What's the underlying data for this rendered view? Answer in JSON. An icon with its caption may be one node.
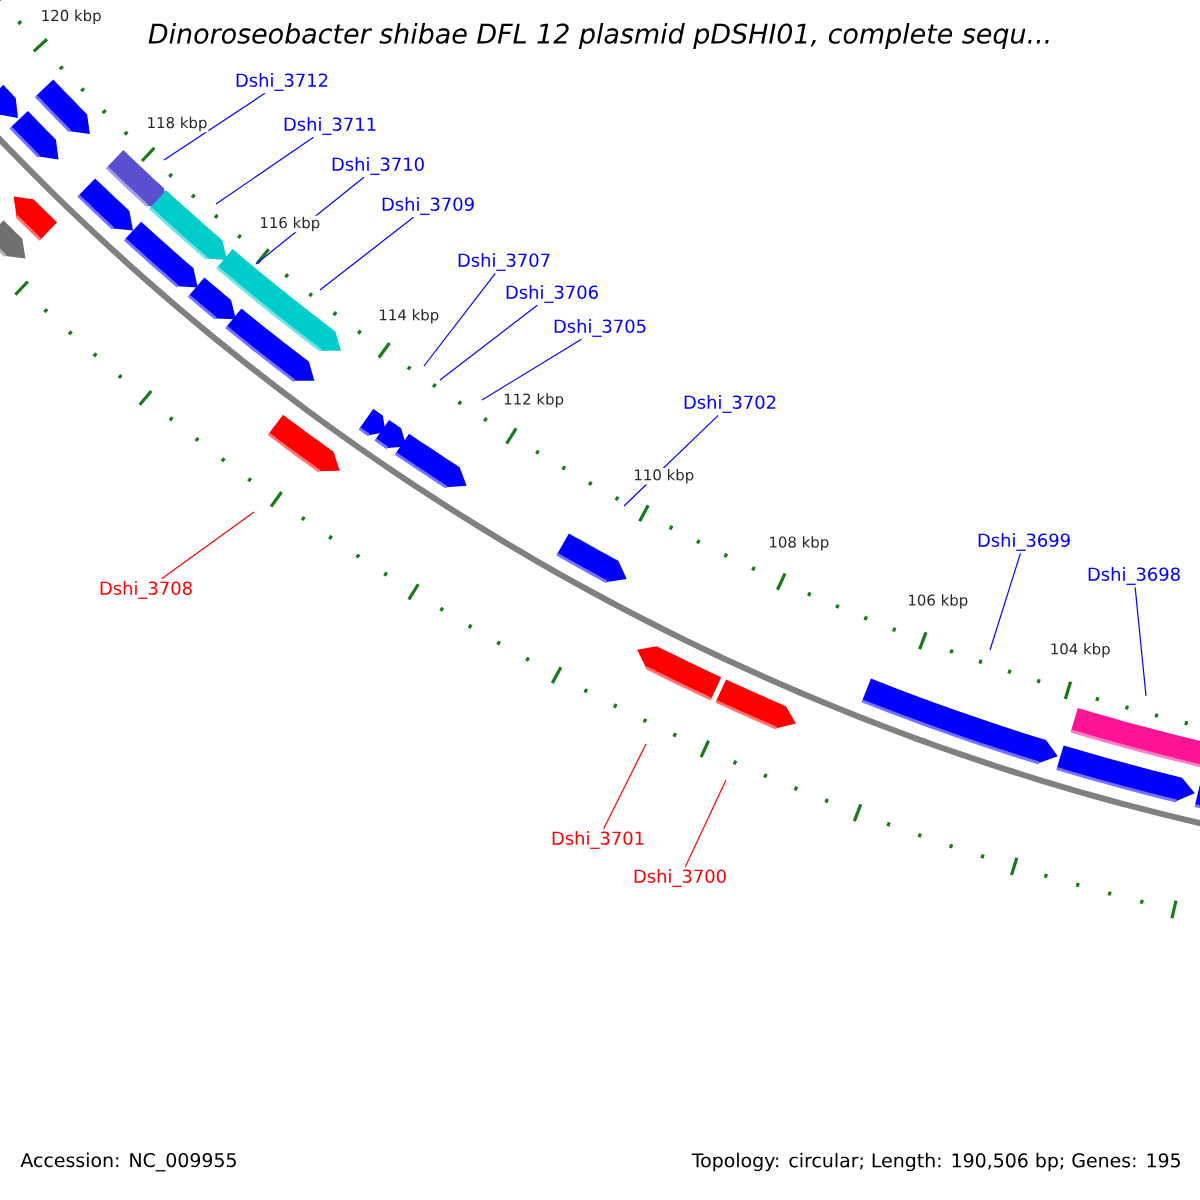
{
  "diagram": {
    "title": "Dinoroseobacter shibae DFL 12 plasmid pDSHI01, complete sequ...",
    "nodes": [
      {
        "text": [
          "Dshi_3712"
        ]
      },
      {
        "text": [
          "Dshi_3711"
        ]
      },
      {
        "text": [
          "Dshi_3710"
        ]
      },
      {
        "text": [
          "Dshi_3709"
        ]
      },
      {
        "text": [
          "Dshi_3707"
        ]
      },
      {
        "text": [
          "Dshi_3706"
        ]
      },
      {
        "text": [
          "Dshi_3705"
        ]
      },
      {
        "text": [
          "Dshi_3702"
        ]
      },
      {
        "text": [
          "Dshi_3699"
        ]
      },
      {
        "text": [
          "Dshi_3698"
        ]
      },
      {
        "text": [
          "Dshi_3708"
        ]
      },
      {
        "text": [
          "Dshi_3701"
        ]
      },
      {
        "text": [
          "Dshi_3700"
        ]
      }
    ],
    "edges": [
      {
        "from": 0,
        "to": null,
        "arrow": "none"
      },
      {
        "from": 1,
        "to": null,
        "arrow": "none"
      },
      {
        "from": 2,
        "to": null,
        "arrow": "none"
      },
      {
        "from": 3,
        "to": null,
        "arrow": "none"
      },
      {
        "from": 4,
        "to": null,
        "arrow": "none"
      },
      {
        "from": 5,
        "to": null,
        "arrow": "none"
      },
      {
        "from": 6,
        "to": null,
        "arrow": "none"
      },
      {
        "from": 7,
        "to": null,
        "arrow": "none"
      },
      {
        "from": 8,
        "to": null,
        "arrow": "none"
      },
      {
        "from": 9,
        "to": null,
        "arrow": "none"
      },
      {
        "from": 10,
        "to": null,
        "arrow": "none",
        "color": "#ff0000"
      },
      {
        "from": 11,
        "to": null,
        "arrow": "none",
        "color": "#ff0000"
      },
      {
        "from": 12,
        "to": null,
        "arrow": "none",
        "color": "#ff0000"
      }
    ],
    "labels": [
      "120 kbp",
      "118 kbp",
      "116 kbp",
      "114 kbp",
      "112 kbp",
      "110 kbp",
      "108 kbp",
      "106 kbp",
      "104 kbp",
      "Accession: NC_009955",
      "Topology: circular; Length: 190,506 bp; Genes: 195"
    ]
  }
}
